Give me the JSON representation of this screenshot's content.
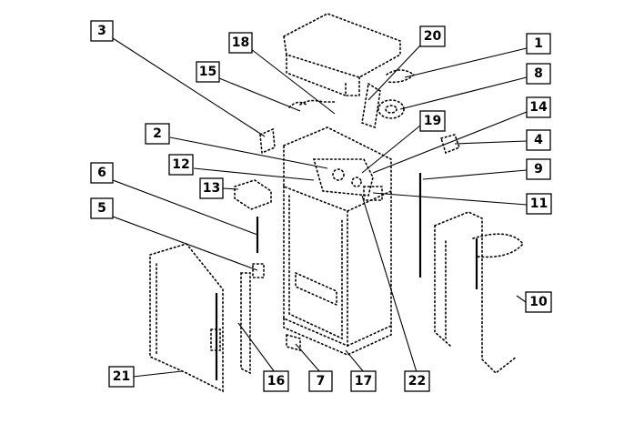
{
  "callouts": [
    {
      "id": "c1",
      "label": "1"
    },
    {
      "id": "c2",
      "label": "2"
    },
    {
      "id": "c3",
      "label": "3"
    },
    {
      "id": "c4",
      "label": "4"
    },
    {
      "id": "c5",
      "label": "5"
    },
    {
      "id": "c6",
      "label": "6"
    },
    {
      "id": "c7",
      "label": "7"
    },
    {
      "id": "c8",
      "label": "8"
    },
    {
      "id": "c9",
      "label": "9"
    },
    {
      "id": "c10",
      "label": "10"
    },
    {
      "id": "c11",
      "label": "11"
    },
    {
      "id": "c12",
      "label": "12"
    },
    {
      "id": "c13",
      "label": "13"
    },
    {
      "id": "c14",
      "label": "14"
    },
    {
      "id": "c15",
      "label": "15"
    },
    {
      "id": "c16",
      "label": "16"
    },
    {
      "id": "c17",
      "label": "17"
    },
    {
      "id": "c18",
      "label": "18"
    },
    {
      "id": "c19",
      "label": "19"
    },
    {
      "id": "c20",
      "label": "20"
    },
    {
      "id": "c21",
      "label": "21"
    },
    {
      "id": "c22",
      "label": "22"
    }
  ]
}
